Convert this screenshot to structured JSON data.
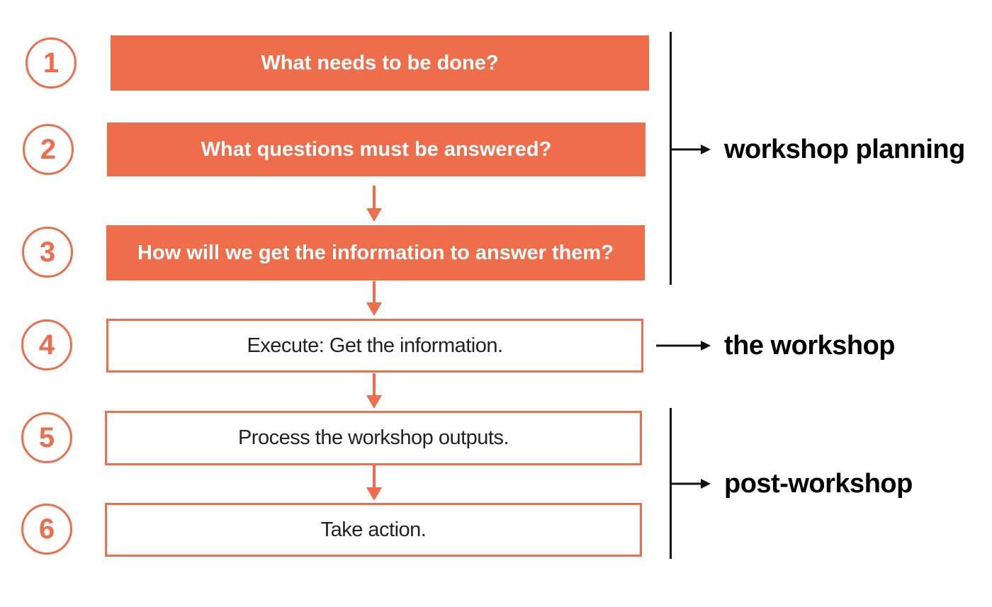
{
  "colors": {
    "accent": "#ee6d4b",
    "text_dark": "#222222",
    "line": "#111111"
  },
  "steps": [
    {
      "number": "1",
      "label": "What needs to be done?",
      "style": "filled"
    },
    {
      "number": "2",
      "label": "What questions must be answered?",
      "style": "filled"
    },
    {
      "number": "3",
      "label": "How will we get the information to answer them?",
      "style": "filled"
    },
    {
      "number": "4",
      "label": "Execute: Get the information.",
      "style": "outline"
    },
    {
      "number": "5",
      "label": "Process the workshop outputs.",
      "style": "outline"
    },
    {
      "number": "6",
      "label": "Take action.",
      "style": "outline"
    }
  ],
  "phases": [
    {
      "label": "workshop planning"
    },
    {
      "label": "the workshop"
    },
    {
      "label": "post-workshop"
    }
  ]
}
